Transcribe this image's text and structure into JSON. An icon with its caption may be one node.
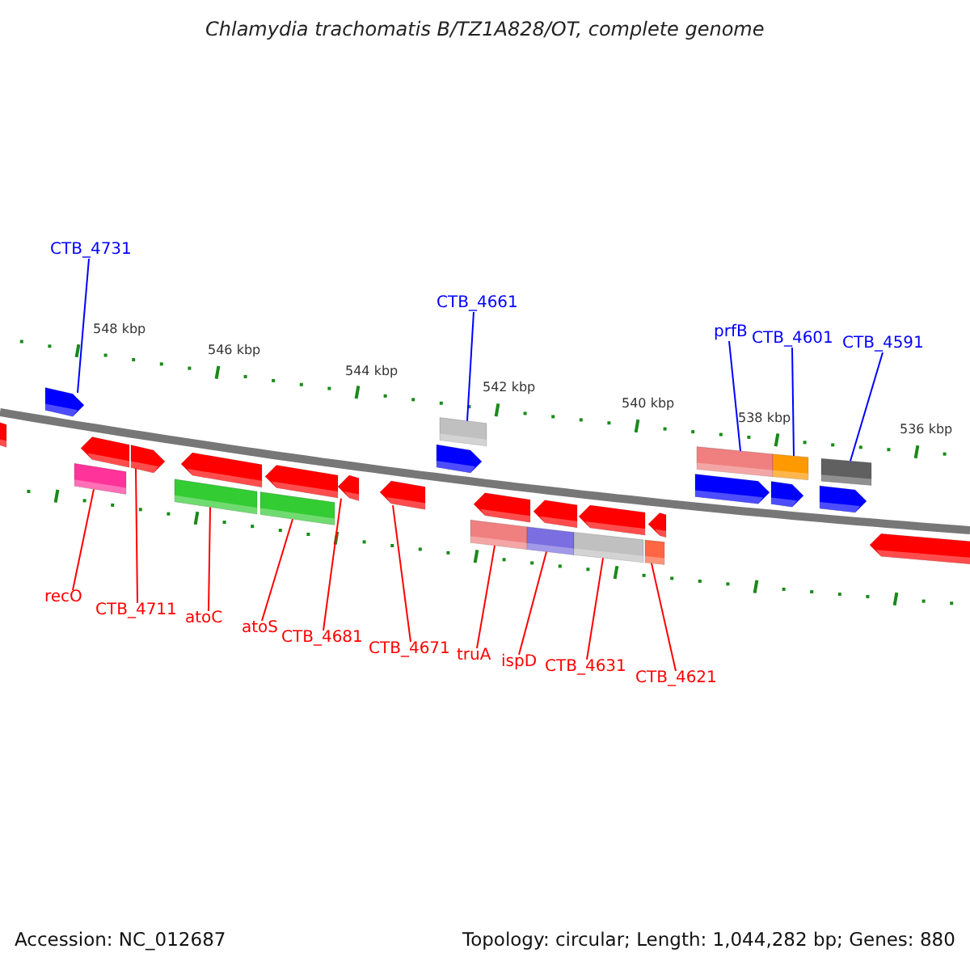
{
  "diagram": {
    "title": "Chlamydia trachomatis B/TZ1A828/OT, complete genome",
    "nodes": [
      {
        "text": [
          "CTB_4731"
        ]
      },
      {
        "text": [
          "CTB_4661"
        ]
      },
      {
        "text": [
          "prfB"
        ]
      },
      {
        "text": [
          "CTB_4601"
        ]
      },
      {
        "text": [
          "CTB_4591"
        ]
      },
      {
        "text": [
          "recO"
        ]
      },
      {
        "text": [
          "CTB_4711"
        ]
      },
      {
        "text": [
          "atoC"
        ]
      },
      {
        "text": [
          "atoS"
        ]
      },
      {
        "text": [
          "CTB_4681"
        ]
      },
      {
        "text": [
          "CTB_4671"
        ]
      },
      {
        "text": [
          "truA"
        ]
      },
      {
        "text": [
          "ispD"
        ]
      },
      {
        "text": [
          "CTB_4631"
        ]
      },
      {
        "text": [
          "CTB_4621"
        ]
      },
      {
        "text": [],
        "shape": "arrow"
      },
      {
        "text": [],
        "shape": "arrow"
      },
      {
        "text": [],
        "shape": "bar"
      },
      {
        "text": [],
        "shape": "arrow"
      },
      {
        "text": [],
        "shape": "arrow"
      },
      {
        "text": [],
        "shape": "bar"
      },
      {
        "text": [],
        "shape": "arrow"
      },
      {
        "text": [],
        "shape": "bar"
      },
      {
        "text": [],
        "shape": "arrow"
      },
      {
        "text": [],
        "shape": "arrow"
      },
      {
        "text": [],
        "shape": "arrow"
      },
      {
        "text": [],
        "shape": "arrow"
      },
      {
        "text": [],
        "shape": "bar"
      },
      {
        "text": [],
        "shape": "bar"
      },
      {
        "text": [],
        "shape": "arrow"
      },
      {
        "text": [],
        "shape": "bar"
      },
      {
        "text": [],
        "shape": "arrow"
      },
      {
        "text": [],
        "shape": "bar"
      },
      {
        "text": [],
        "shape": "arrow"
      },
      {
        "text": [],
        "shape": "bar"
      },
      {
        "text": [],
        "shape": "arrow"
      },
      {
        "text": [],
        "shape": "arrow"
      },
      {
        "text": [],
        "shape": "bar"
      },
      {
        "text": [],
        "shape": "arrow"
      },
      {
        "text": [],
        "shape": "bar"
      },
      {
        "text": [],
        "shape": "arrow"
      },
      {
        "text": [],
        "shape": "bar"
      },
      {
        "text": [],
        "shape": "arrow"
      }
    ],
    "edges": [
      {
        "from": 0,
        "to": 16,
        "arrow": "none",
        "color": "#0000ff"
      },
      {
        "from": 1,
        "to": 27,
        "arrow": "none",
        "color": "#0000ff"
      },
      {
        "from": 2,
        "to": 37,
        "arrow": "none",
        "color": "#0000ff"
      },
      {
        "from": 3,
        "to": 39,
        "arrow": "none",
        "color": "#0000ff"
      },
      {
        "from": 4,
        "to": 41,
        "arrow": "none",
        "color": "#0000ff"
      },
      {
        "from": 5,
        "to": 17,
        "arrow": "none"
      },
      {
        "from": 6,
        "to": 19,
        "arrow": "none"
      },
      {
        "from": 7,
        "to": 20,
        "arrow": "none"
      },
      {
        "from": 8,
        "to": 22,
        "arrow": "none"
      },
      {
        "from": 9,
        "to": 24,
        "arrow": "none"
      },
      {
        "from": 10,
        "to": 25,
        "arrow": "none"
      },
      {
        "from": 11,
        "to": 28,
        "arrow": "none"
      },
      {
        "from": 12,
        "to": 30,
        "arrow": "none"
      },
      {
        "from": 13,
        "to": 32,
        "arrow": "none"
      },
      {
        "from": 14,
        "to": 34,
        "arrow": "none"
      }
    ],
    "labels": [
      "548 kbp",
      "546 kbp",
      "544 kbp",
      "542 kbp",
      "540 kbp",
      "538 kbp",
      "536 kbp",
      "Accession: NC_012687",
      "Topology: circular; Length: 1,044,282 bp; Genes: 880"
    ]
  }
}
